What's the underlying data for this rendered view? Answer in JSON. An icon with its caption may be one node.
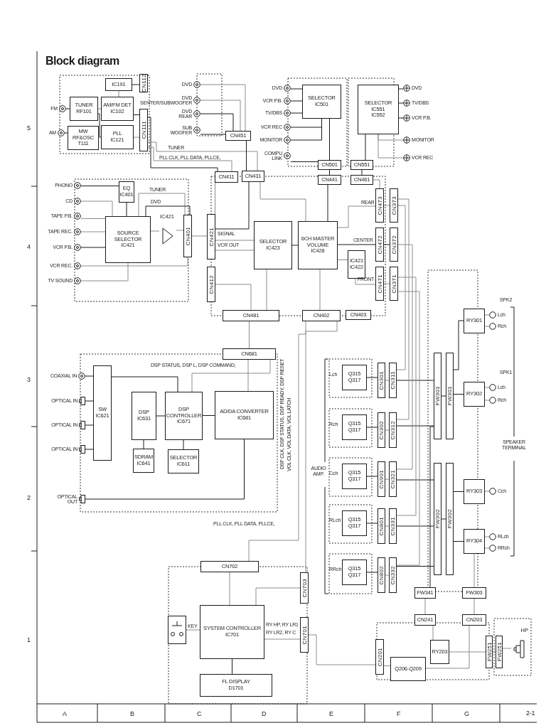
{
  "diagram": {
    "title": "Block diagram",
    "nodes": [
      {
        "text": [
          "FM"
        ]
      },
      {
        "text": [
          "AM"
        ]
      },
      {
        "text": [
          "TUNER",
          "RF101"
        ]
      },
      {
        "text": [
          "MW RF&OSC",
          "T111"
        ]
      },
      {
        "text": [
          "IC191"
        ]
      },
      {
        "text": [
          "AM/FM DET",
          "IC102"
        ]
      },
      {
        "text": [
          "PLL",
          "IC121"
        ]
      },
      {
        "text": [
          "CN112"
        ]
      },
      {
        "text": [
          "CN111"
        ]
      },
      {
        "text": [
          "DVD"
        ]
      },
      {
        "text": [
          "DVD SENTER/SUBWOOFER"
        ]
      },
      {
        "text": [
          "DVD REAR"
        ]
      },
      {
        "text": [
          "SUB WOOFER"
        ]
      },
      {
        "text": [
          "CN451"
        ]
      },
      {
        "text": [
          "DVD"
        ]
      },
      {
        "text": [
          "VCR P.B."
        ]
      },
      {
        "text": [
          "TV/DBS"
        ]
      },
      {
        "text": [
          "VCR REC"
        ]
      },
      {
        "text": [
          "MONITOR"
        ]
      },
      {
        "text": [
          "COMPU LINK"
        ]
      },
      {
        "text": [
          "SELECTOR",
          "IC501"
        ]
      },
      {
        "text": [
          "CN501"
        ]
      },
      {
        "text": [
          "SELECTOR",
          "IC551",
          "IC552"
        ]
      },
      {
        "text": [
          "CN551"
        ]
      },
      {
        "text": [
          "DVD"
        ]
      },
      {
        "text": [
          "TV/DBS"
        ]
      },
      {
        "text": [
          "VCR P.B."
        ]
      },
      {
        "text": [
          "MONITOR"
        ]
      },
      {
        "text": [
          "VCR REC"
        ]
      },
      {
        "text": [
          "CN411"
        ]
      },
      {
        "text": [
          "CN431"
        ]
      },
      {
        "text": [
          "CN441"
        ]
      },
      {
        "text": [
          "CN461"
        ]
      },
      {
        "text": [
          "PHONO"
        ]
      },
      {
        "text": [
          "CD"
        ]
      },
      {
        "text": [
          "TAPE P.B."
        ]
      },
      {
        "text": [
          "TAPE REC."
        ]
      },
      {
        "text": [
          "VCR P.B."
        ]
      },
      {
        "text": [
          "VCR REC."
        ]
      },
      {
        "text": [
          "TV SOUND"
        ]
      },
      {
        "text": [
          "EQ",
          "IC401"
        ]
      },
      {
        "text": [
          "SOURCE SELECTOR",
          "IC421"
        ]
      },
      {
        "text": [
          "IC421"
        ]
      },
      {
        "text": [
          "CN401"
        ]
      },
      {
        "text": [
          "CN421"
        ]
      },
      {
        "text": [
          "CN412"
        ]
      },
      {
        "text": [
          "SELECTOR",
          "IC423"
        ]
      },
      {
        "text": [
          "6CH MASTER VOLUME",
          "IC428"
        ]
      },
      {
        "text": [
          "IC421",
          "IC422"
        ]
      },
      {
        "text": [
          "CN473"
        ]
      },
      {
        "text": [
          "CN472"
        ]
      },
      {
        "text": [
          "CN471"
        ]
      },
      {
        "text": [
          "CN373"
        ]
      },
      {
        "text": [
          "CN372"
        ]
      },
      {
        "text": [
          "CN371"
        ]
      },
      {
        "text": [
          "CN481"
        ]
      },
      {
        "text": [
          "CN402"
        ]
      },
      {
        "text": [
          "CN403"
        ]
      },
      {
        "text": [
          "CN681"
        ]
      },
      {
        "text": [
          "COAXIAL IN"
        ]
      },
      {
        "text": [
          "OPTICAL IN"
        ]
      },
      {
        "text": [
          "OPTICAL IN"
        ]
      },
      {
        "text": [
          "OPTICAL IN"
        ]
      },
      {
        "text": [
          "OPTICAL OUT"
        ]
      },
      {
        "text": [
          "SW",
          "IC621"
        ]
      },
      {
        "text": [
          "DSP",
          "IC631"
        ]
      },
      {
        "text": [
          "DSP CONTROLLER",
          "IC671"
        ]
      },
      {
        "text": [
          "AD/DA CONVERTER",
          "IC681"
        ]
      },
      {
        "text": [
          "SDRAM",
          "IC641"
        ]
      },
      {
        "text": [
          "SELECTOR",
          "IC611"
        ]
      },
      {
        "text": [
          "Q315",
          "Q317"
        ],
        "beside": [
          "Lch"
        ]
      },
      {
        "text": [
          "CN301"
        ]
      },
      {
        "text": [
          "CN311"
        ]
      },
      {
        "text": [
          "Q315",
          "Q317"
        ],
        "beside": [
          "Rch"
        ]
      },
      {
        "text": [
          "CN302"
        ]
      },
      {
        "text": [
          "CN312"
        ]
      },
      {
        "text": [
          "Q315",
          "Q317"
        ],
        "beside": [
          "Cch"
        ]
      },
      {
        "text": [
          "CN901"
        ]
      },
      {
        "text": [
          "CN321"
        ]
      },
      {
        "text": [
          "Q315",
          "Q317"
        ],
        "beside": [
          "RLch"
        ]
      },
      {
        "text": [
          "CN801"
        ]
      },
      {
        "text": [
          "CN331"
        ]
      },
      {
        "text": [
          "Q315",
          "Q317"
        ],
        "beside": [
          "RRch"
        ]
      },
      {
        "text": [
          "CN802"
        ]
      },
      {
        "text": [
          "CN332"
        ]
      },
      {
        "text": [
          "FW301"
        ]
      },
      {
        "text": [
          "FW301"
        ]
      },
      {
        "text": [
          "FW302"
        ]
      },
      {
        "text": [
          "FW302"
        ]
      },
      {
        "text": [
          "RY301"
        ]
      },
      {
        "text": [
          "RY302"
        ]
      },
      {
        "text": [
          "RY303"
        ]
      },
      {
        "text": [
          "RY304"
        ]
      },
      {
        "text": [
          "Lch"
        ]
      },
      {
        "text": [
          "Rch"
        ]
      },
      {
        "text": [
          "Lch"
        ]
      },
      {
        "text": [
          "Rch"
        ]
      },
      {
        "text": [
          "Cch"
        ]
      },
      {
        "text": [
          "RLch"
        ]
      },
      {
        "text": [
          "RRch"
        ]
      },
      {
        "text": [
          "FW341"
        ]
      },
      {
        "text": [
          "FW303"
        ]
      },
      {
        "text": [
          "CN702"
        ]
      },
      {
        "text": [
          "CN703"
        ]
      },
      {
        "text": [],
        "shape": "switch"
      },
      {
        "text": [
          "SYSTEM CONTROLLER",
          "IC701"
        ]
      },
      {
        "text": [
          "FL DISPLAY",
          "D1701"
        ]
      },
      {
        "text": [
          "CN701"
        ]
      },
      {
        "text": [
          "CN241"
        ]
      },
      {
        "text": [
          "CN203"
        ]
      },
      {
        "text": [
          "CN201"
        ]
      },
      {
        "text": [
          "RY203"
        ]
      },
      {
        "text": [
          "Q206-Q209"
        ]
      },
      {
        "text": [
          "FW251"
        ]
      },
      {
        "text": [
          "FW251"
        ]
      },
      {
        "text": [
          "HP"
        ]
      }
    ],
    "edges": [
      {
        "from": 0,
        "to": 2,
        "arrow": "none",
        "color": "#1a1a1a"
      },
      {
        "from": 1,
        "to": 3,
        "arrow": "none",
        "color": "#1a1a1a"
      },
      {
        "from": 2,
        "to": 5,
        "arrow": "none"
      },
      {
        "from": 2,
        "to": 6,
        "arrow": "none",
        "color": "#1a1a1a"
      },
      {
        "from": 4,
        "to": 7,
        "arrow": "none",
        "color": "#1a1a1a"
      },
      {
        "from": 4,
        "to": 5,
        "arrow": "none"
      },
      {
        "from": 5,
        "to": 8,
        "arrow": "none",
        "color": "#1a1a1a"
      },
      {
        "from": 6,
        "to": 8,
        "arrow": "none"
      },
      {
        "from": 8,
        "to": 29,
        "arrow": "none",
        "color": "#1a1a1a"
      },
      {
        "from": 8,
        "to": 30,
        "arrow": "none"
      },
      {
        "from": 8,
        "to": 29,
        "arrow": "none"
      },
      {
        "from": 9,
        "to": 13,
        "arrow": "none"
      },
      {
        "from": 10,
        "to": 13,
        "arrow": "none"
      },
      {
        "from": 11,
        "to": 13,
        "arrow": "none",
        "color": "#1a1a1a"
      },
      {
        "from": 12,
        "to": 13,
        "arrow": "none",
        "color": "#1a1a1a"
      },
      {
        "from": 13,
        "to": 30,
        "arrow": "none",
        "color": "#1a1a1a"
      },
      {
        "from": 14,
        "to": 20,
        "arrow": "none",
        "color": "#1a1a1a"
      },
      {
        "from": 15,
        "to": 20,
        "arrow": "none",
        "color": "#1a1a1a"
      },
      {
        "from": 16,
        "to": 20,
        "arrow": "none",
        "color": "#1a1a1a"
      },
      {
        "from": 17,
        "to": 20,
        "arrow": "none",
        "color": "#1a1a1a"
      },
      {
        "from": 18,
        "to": 20,
        "arrow": "none",
        "color": "#1a1a1a"
      },
      {
        "from": 19,
        "to": 21,
        "arrow": "none",
        "color": "#1a1a1a"
      },
      {
        "from": 20,
        "to": 21,
        "arrow": "none",
        "color": "#1a1a1a"
      },
      {
        "from": 22,
        "to": 24,
        "arrow": "none",
        "color": "#1a1a1a"
      },
      {
        "from": 22,
        "to": 25,
        "arrow": "none",
        "color": "#1a1a1a"
      },
      {
        "from": 22,
        "to": 26,
        "arrow": "none",
        "color": "#1a1a1a"
      },
      {
        "from": 27,
        "to": 22,
        "arrow": "none"
      },
      {
        "from": 28,
        "to": 22,
        "arrow": "none"
      },
      {
        "from": 22,
        "to": 23,
        "arrow": "none",
        "color": "#1a1a1a"
      },
      {
        "from": 21,
        "to": 31,
        "arrow": "none",
        "color": "#1a1a1a"
      },
      {
        "from": 23,
        "to": 32,
        "arrow": "none",
        "color": "#1a1a1a"
      },
      {
        "from": 33,
        "to": 40,
        "arrow": "none",
        "color": "#1a1a1a"
      },
      {
        "from": 34,
        "to": 41,
        "arrow": "none"
      },
      {
        "from": 35,
        "to": 41,
        "arrow": "none"
      },
      {
        "from": 36,
        "to": 41,
        "arrow": "none"
      },
      {
        "from": 37,
        "to": 41,
        "arrow": "none",
        "color": "#1a1a1a"
      },
      {
        "from": 38,
        "to": 43,
        "arrow": "none"
      },
      {
        "from": 39,
        "to": 41,
        "arrow": "none"
      },
      {
        "from": 40,
        "to": 41,
        "arrow": "none",
        "color": "#1a1a1a"
      },
      {
        "from": 41,
        "to": 42,
        "arrow": "none"
      },
      {
        "from": 42,
        "to": 43,
        "arrow": "none"
      },
      {
        "from": 41,
        "to": 43,
        "arrow": "none"
      },
      {
        "from": 41,
        "to": 43,
        "arrow": "none",
        "color": "#1a1a1a"
      },
      {
        "from": 43,
        "to": 44,
        "arrow": "none"
      },
      {
        "from": 29,
        "to": 44,
        "arrow": "none"
      },
      {
        "from": 30,
        "to": 44,
        "arrow": "none",
        "color": "#1a1a1a"
      },
      {
        "from": 44,
        "to": 46,
        "arrow": "none"
      },
      {
        "from": 44,
        "to": 46,
        "arrow": "none"
      },
      {
        "from": 45,
        "to": 55,
        "arrow": "none"
      },
      {
        "from": 46,
        "to": 47,
        "arrow": "none",
        "color": "#1a1a1a"
      },
      {
        "from": 47,
        "to": 50,
        "arrow": "none",
        "color": "#1a1a1a"
      },
      {
        "from": 47,
        "to": 49,
        "arrow": "none"
      },
      {
        "from": 48,
        "to": 51,
        "arrow": "none"
      },
      {
        "from": 47,
        "to": 48,
        "arrow": "none"
      },
      {
        "from": 31,
        "to": 47,
        "arrow": "none",
        "color": "#1a1a1a"
      },
      {
        "from": 32,
        "to": 49,
        "arrow": "none"
      },
      {
        "from": 46,
        "to": 55,
        "arrow": "none"
      },
      {
        "from": 47,
        "to": 56,
        "arrow": "none"
      },
      {
        "from": 30,
        "to": 47,
        "arrow": "none"
      },
      {
        "from": 49,
        "to": 52,
        "arrow": "none"
      },
      {
        "from": 50,
        "to": 53,
        "arrow": "none",
        "color": "#1a1a1a"
      },
      {
        "from": 51,
        "to": 54,
        "arrow": "none"
      },
      {
        "from": 55,
        "to": 58,
        "arrow": "none"
      },
      {
        "from": 56,
        "to": 102,
        "arrow": "none"
      },
      {
        "from": 56,
        "to": 103,
        "arrow": "none"
      },
      {
        "from": 58,
        "to": 66,
        "arrow": "none"
      },
      {
        "from": 58,
        "to": 67,
        "arrow": "none"
      },
      {
        "from": 59,
        "to": 64,
        "arrow": "none",
        "color": "#1a1a1a"
      },
      {
        "from": 60,
        "to": 64,
        "arrow": "none",
        "color": "#1a1a1a"
      },
      {
        "from": 61,
        "to": 64,
        "arrow": "none",
        "color": "#1a1a1a"
      },
      {
        "from": 62,
        "to": 64,
        "arrow": "none",
        "color": "#1a1a1a"
      },
      {
        "from": 63,
        "to": 67,
        "arrow": "none",
        "color": "#1a1a1a"
      },
      {
        "from": 64,
        "to": 66,
        "arrow": "none",
        "color": "#1a1a1a"
      },
      {
        "from": 65,
        "to": 66,
        "arrow": "none",
        "color": "#1a1a1a"
      },
      {
        "from": 65,
        "to": 68,
        "arrow": "none",
        "color": "#1a1a1a"
      },
      {
        "from": 66,
        "to": 69,
        "arrow": "none",
        "color": "#1a1a1a"
      },
      {
        "from": 66,
        "to": 67,
        "arrow": "none",
        "color": "#1a1a1a"
      },
      {
        "from": 70,
        "to": 71,
        "arrow": "none",
        "color": "#1a1a1a"
      },
      {
        "from": 71,
        "to": 72,
        "arrow": "none"
      },
      {
        "from": 72,
        "to": 85,
        "arrow": "none",
        "color": "#1a1a1a"
      },
      {
        "from": 73,
        "to": 74,
        "arrow": "none",
        "color": "#1a1a1a"
      },
      {
        "from": 74,
        "to": 75,
        "arrow": "none"
      },
      {
        "from": 75,
        "to": 85,
        "arrow": "none",
        "color": "#1a1a1a"
      },
      {
        "from": 76,
        "to": 77,
        "arrow": "none",
        "color": "#1a1a1a"
      },
      {
        "from": 77,
        "to": 78,
        "arrow": "none"
      },
      {
        "from": 78,
        "to": 87,
        "arrow": "none",
        "color": "#1a1a1a"
      },
      {
        "from": 79,
        "to": 80,
        "arrow": "none",
        "color": "#1a1a1a"
      },
      {
        "from": 80,
        "to": 81,
        "arrow": "none"
      },
      {
        "from": 81,
        "to": 87,
        "arrow": "none",
        "color": "#1a1a1a"
      },
      {
        "from": 82,
        "to": 83,
        "arrow": "none",
        "color": "#1a1a1a"
      },
      {
        "from": 83,
        "to": 84,
        "arrow": "none"
      },
      {
        "from": 84,
        "to": 87,
        "arrow": "none",
        "color": "#1a1a1a"
      },
      {
        "from": 52,
        "to": 72,
        "arrow": "none"
      },
      {
        "from": 52,
        "to": 75,
        "arrow": "none"
      },
      {
        "from": 53,
        "to": 78,
        "arrow": "none"
      },
      {
        "from": 54,
        "to": 81,
        "arrow": "none"
      },
      {
        "from": 54,
        "to": 84,
        "arrow": "none"
      },
      {
        "from": 85,
        "to": 86,
        "arrow": "none",
        "color": "#1a1a1a"
      },
      {
        "from": 87,
        "to": 88,
        "arrow": "none",
        "color": "#1a1a1a"
      },
      {
        "from": 86,
        "to": 89,
        "arrow": "none",
        "color": "#1a1a1a"
      },
      {
        "from": 86,
        "to": 90,
        "arrow": "none",
        "color": "#1a1a1a"
      },
      {
        "from": 88,
        "to": 91,
        "arrow": "none",
        "color": "#1a1a1a"
      },
      {
        "from": 88,
        "to": 92,
        "arrow": "none",
        "color": "#1a1a1a"
      },
      {
        "from": 89,
        "to": 93,
        "arrow": "none"
      },
      {
        "from": 89,
        "to": 94,
        "arrow": "none"
      },
      {
        "from": 90,
        "to": 95,
        "arrow": "none"
      },
      {
        "from": 90,
        "to": 96,
        "arrow": "none"
      },
      {
        "from": 91,
        "to": 97,
        "arrow": "none"
      },
      {
        "from": 92,
        "to": 98,
        "arrow": "none"
      },
      {
        "from": 92,
        "to": 99,
        "arrow": "none"
      },
      {
        "from": 85,
        "to": 100,
        "arrow": "none",
        "color": "#1a1a1a"
      },
      {
        "from": 92,
        "to": 101,
        "arrow": "none"
      },
      {
        "from": 100,
        "to": 108,
        "arrow": "none"
      },
      {
        "from": 101,
        "to": 109,
        "arrow": "none"
      },
      {
        "from": 102,
        "to": 105,
        "arrow": "none"
      },
      {
        "from": 103,
        "to": 105,
        "arrow": "none"
      },
      {
        "from": 104,
        "to": 105,
        "arrow": "none"
      },
      {
        "from": 105,
        "to": 106,
        "arrow": "none",
        "color": "#1a1a1a"
      },
      {
        "from": 105,
        "to": 107,
        "arrow": "none"
      },
      {
        "from": 107,
        "to": 110,
        "arrow": "none"
      },
      {
        "from": 110,
        "to": 112,
        "arrow": "none"
      },
      {
        "from": 108,
        "to": 111,
        "arrow": "none"
      },
      {
        "from": 112,
        "to": 109,
        "arrow": "none"
      },
      {
        "from": 111,
        "to": 113,
        "arrow": "none"
      },
      {
        "from": 113,
        "to": 114,
        "arrow": "none"
      },
      {
        "from": 114,
        "to": 115,
        "arrow": "none"
      }
    ],
    "labels": [
      "TUNER",
      "PLL CLK, PLL DATA, PLLCE,",
      "TUNER",
      "DVD",
      "SIGNAL",
      "VCR OUT",
      "REAR",
      "CENTER",
      "FRONT",
      "DSP STATUS, DSP L, DSP COMMAND,",
      "DSP CLK, DSP STATUS, DSP READY, DSP RESET",
      "VOL CLK, VOL DATA, VOL LATCH",
      "AUDIO AMP.",
      "SPK2",
      "SPK1",
      "SPEAKER TERMINAL",
      "PLL CLK, PLL DATA, PLLCE,",
      "KEY",
      "RY HP, RY LR1",
      "RY LR2, RY C",
      "5",
      "4",
      "3",
      "2",
      "1",
      "A",
      "B",
      "C",
      "D",
      "E",
      "F",
      "G",
      "2-1"
    ]
  }
}
